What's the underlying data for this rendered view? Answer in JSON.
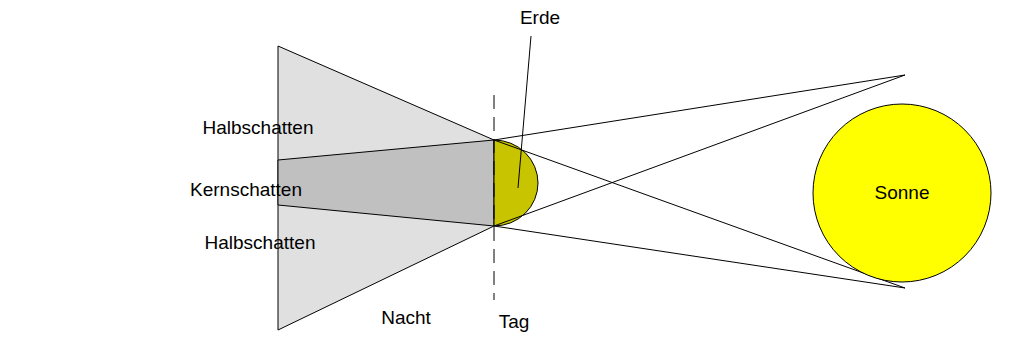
{
  "diagram": {
    "nodes": [
      {
        "text": [
          "Sonne"
        ]
      }
    ],
    "labels": [
      "Erde",
      "Halbschatten",
      "Kernschatten",
      "Halbschatten",
      "Nacht",
      "Tag"
    ]
  }
}
